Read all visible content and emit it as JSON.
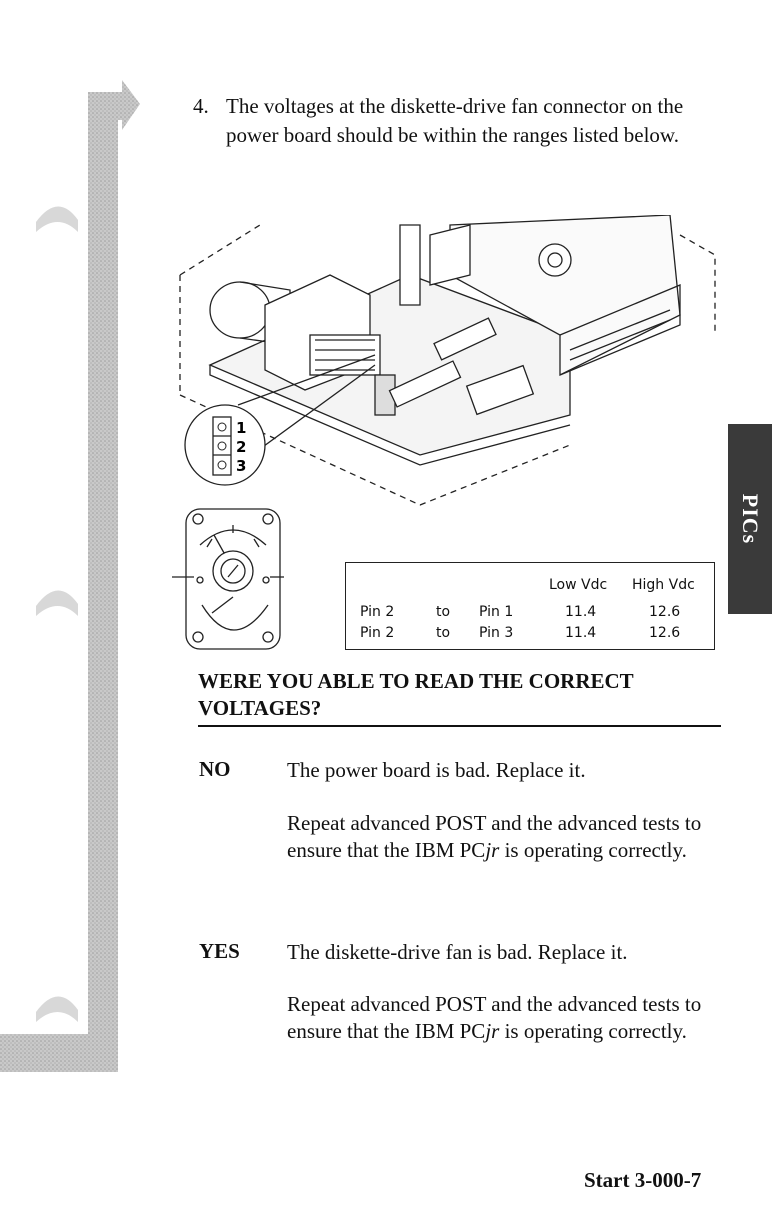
{
  "step": {
    "number": "4.",
    "text": "The voltages at the diskette-drive fan connector on the power board should be within the ranges listed below."
  },
  "connector_pins": [
    "1",
    "2",
    "3"
  ],
  "voltage_table": {
    "headers": [
      "Low Vdc",
      "High Vdc"
    ],
    "rows": [
      {
        "from": "Pin 2",
        "to_word": "to",
        "to": "Pin 1",
        "low": "11.4",
        "high": "12.6"
      },
      {
        "from": "Pin 2",
        "to_word": "to",
        "to": "Pin 3",
        "low": "11.4",
        "high": "12.6"
      }
    ]
  },
  "section_tab": "PICs",
  "question": "WERE YOU ABLE TO READ THE CORRECT VOLTAGES?",
  "answers": {
    "no": {
      "label": "NO",
      "line1": "The power board is bad. Replace it.",
      "line2_pre": "Repeat advanced POST and the advanced tests to ensure that the IBM PC",
      "line2_em": "jr",
      "line2_post": " is operating correctly."
    },
    "yes": {
      "label": "YES",
      "line1": "The diskette-drive fan is bad. Replace it.",
      "line2_pre": "Repeat advanced POST and the advanced tests to ensure that the IBM PC",
      "line2_em": "jr",
      "line2_post": " is operating correctly."
    }
  },
  "footer": "Start 3-000-7"
}
